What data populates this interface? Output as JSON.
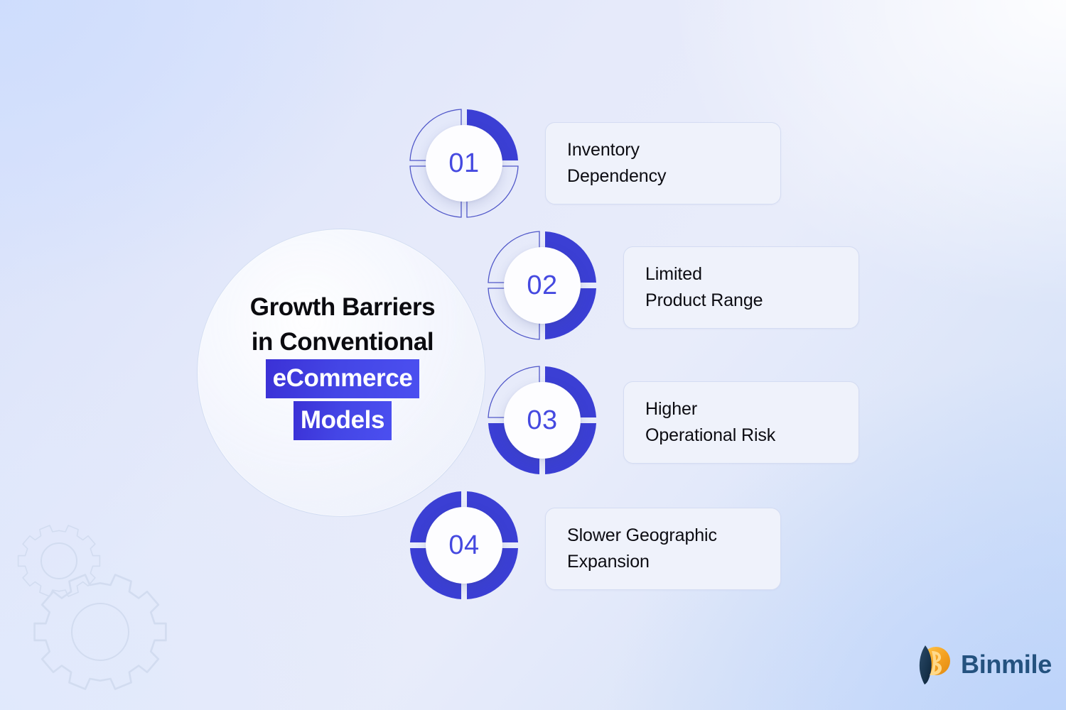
{
  "theme": {
    "accent": "#3b3fd4",
    "accent_light": "#4b4ff0",
    "number_color": "#4549e0",
    "card_bg": "#eff2fb",
    "card_border": "#d4dcf2",
    "text_color": "#0c0c12",
    "bg_top_left": "#d7e1fb",
    "bg_top_right": "#e9ecf8",
    "bg_bottom_right": "#cfdef8",
    "brand_text_color": "#24527f",
    "brand_mark_gold": "#f5a623",
    "brand_mark_navy": "#1d3b57"
  },
  "hub": {
    "line1": "Growth Barriers",
    "line2": "in Conventional",
    "highlight1": "eCommerce",
    "highlight2": "Models"
  },
  "steps": [
    {
      "number": "01",
      "label": "Inventory\nDependency",
      "filled_quadrants": 1,
      "ring_name": "progress-ring-01"
    },
    {
      "number": "02",
      "label": "Limited\nProduct Range",
      "filled_quadrants": 2,
      "ring_name": "progress-ring-02"
    },
    {
      "number": "03",
      "label": "Higher\nOperational Risk",
      "filled_quadrants": 3,
      "ring_name": "progress-ring-03"
    },
    {
      "number": "04",
      "label": "Slower Geographic\nExpansion",
      "filled_quadrants": 4,
      "ring_name": "progress-ring-04"
    }
  ],
  "brand": {
    "name": "Binmile"
  },
  "decor": {
    "gear_small": "gear-icon",
    "gear_large": "gear-icon"
  }
}
